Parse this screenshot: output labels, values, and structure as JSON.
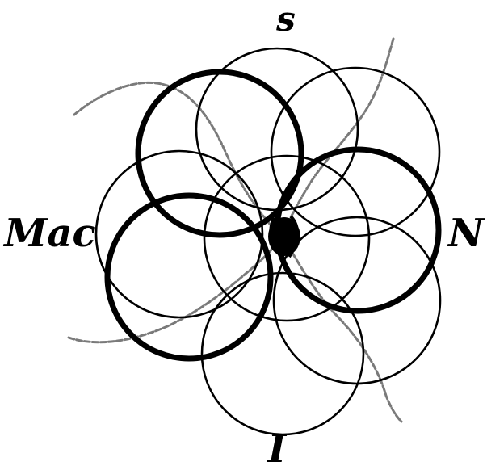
{
  "labels": {
    "top": "s",
    "left": "Mac",
    "right": "N",
    "bottom": "I"
  },
  "colors": {
    "stroke": "#000000",
    "vessel": "#7a7a7a",
    "background": "#ffffff"
  }
}
